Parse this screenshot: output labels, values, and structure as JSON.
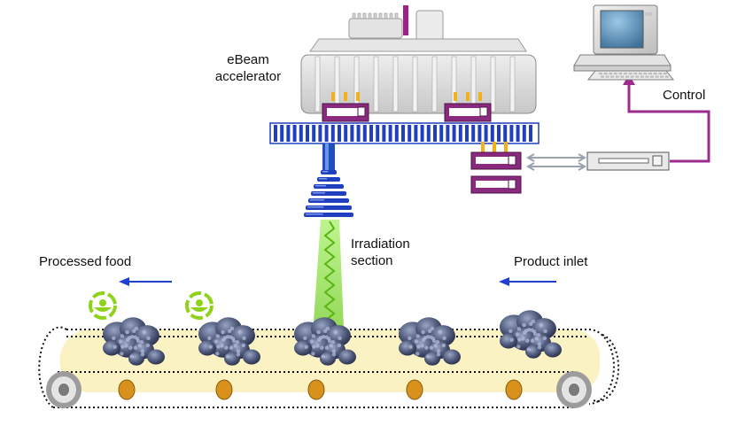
{
  "labels": {
    "accelerator_line1": "eBeam",
    "accelerator_line2": "accelerator",
    "control": "Control",
    "irradiation_line1": "Irradiation",
    "irradiation_line2": "section",
    "processed_food": "Processed food",
    "product_inlet": "Product inlet"
  },
  "colors": {
    "flow_arrow": "#1e3fd0",
    "control_cable": "#9b2c8e",
    "beam_core": "#1f4fbf",
    "irradiation_beam": "#7cd11e",
    "approved_symbol": "#8fd21a",
    "conveyor_belt": "#fbf2c4",
    "roller": "#d8911a",
    "magnet_ring": "#1f3fc0",
    "accelerator_body": "#dadada",
    "module": "#8a2a7e",
    "signal_arrow": "#9aa3ad"
  },
  "icons": {
    "computer": "desktop-computer-icon",
    "approved": "radura-symbol-icon",
    "food": "food-cluster-icon",
    "modulator": "modulator-unit-icon",
    "controller": "controller-box-icon"
  }
}
